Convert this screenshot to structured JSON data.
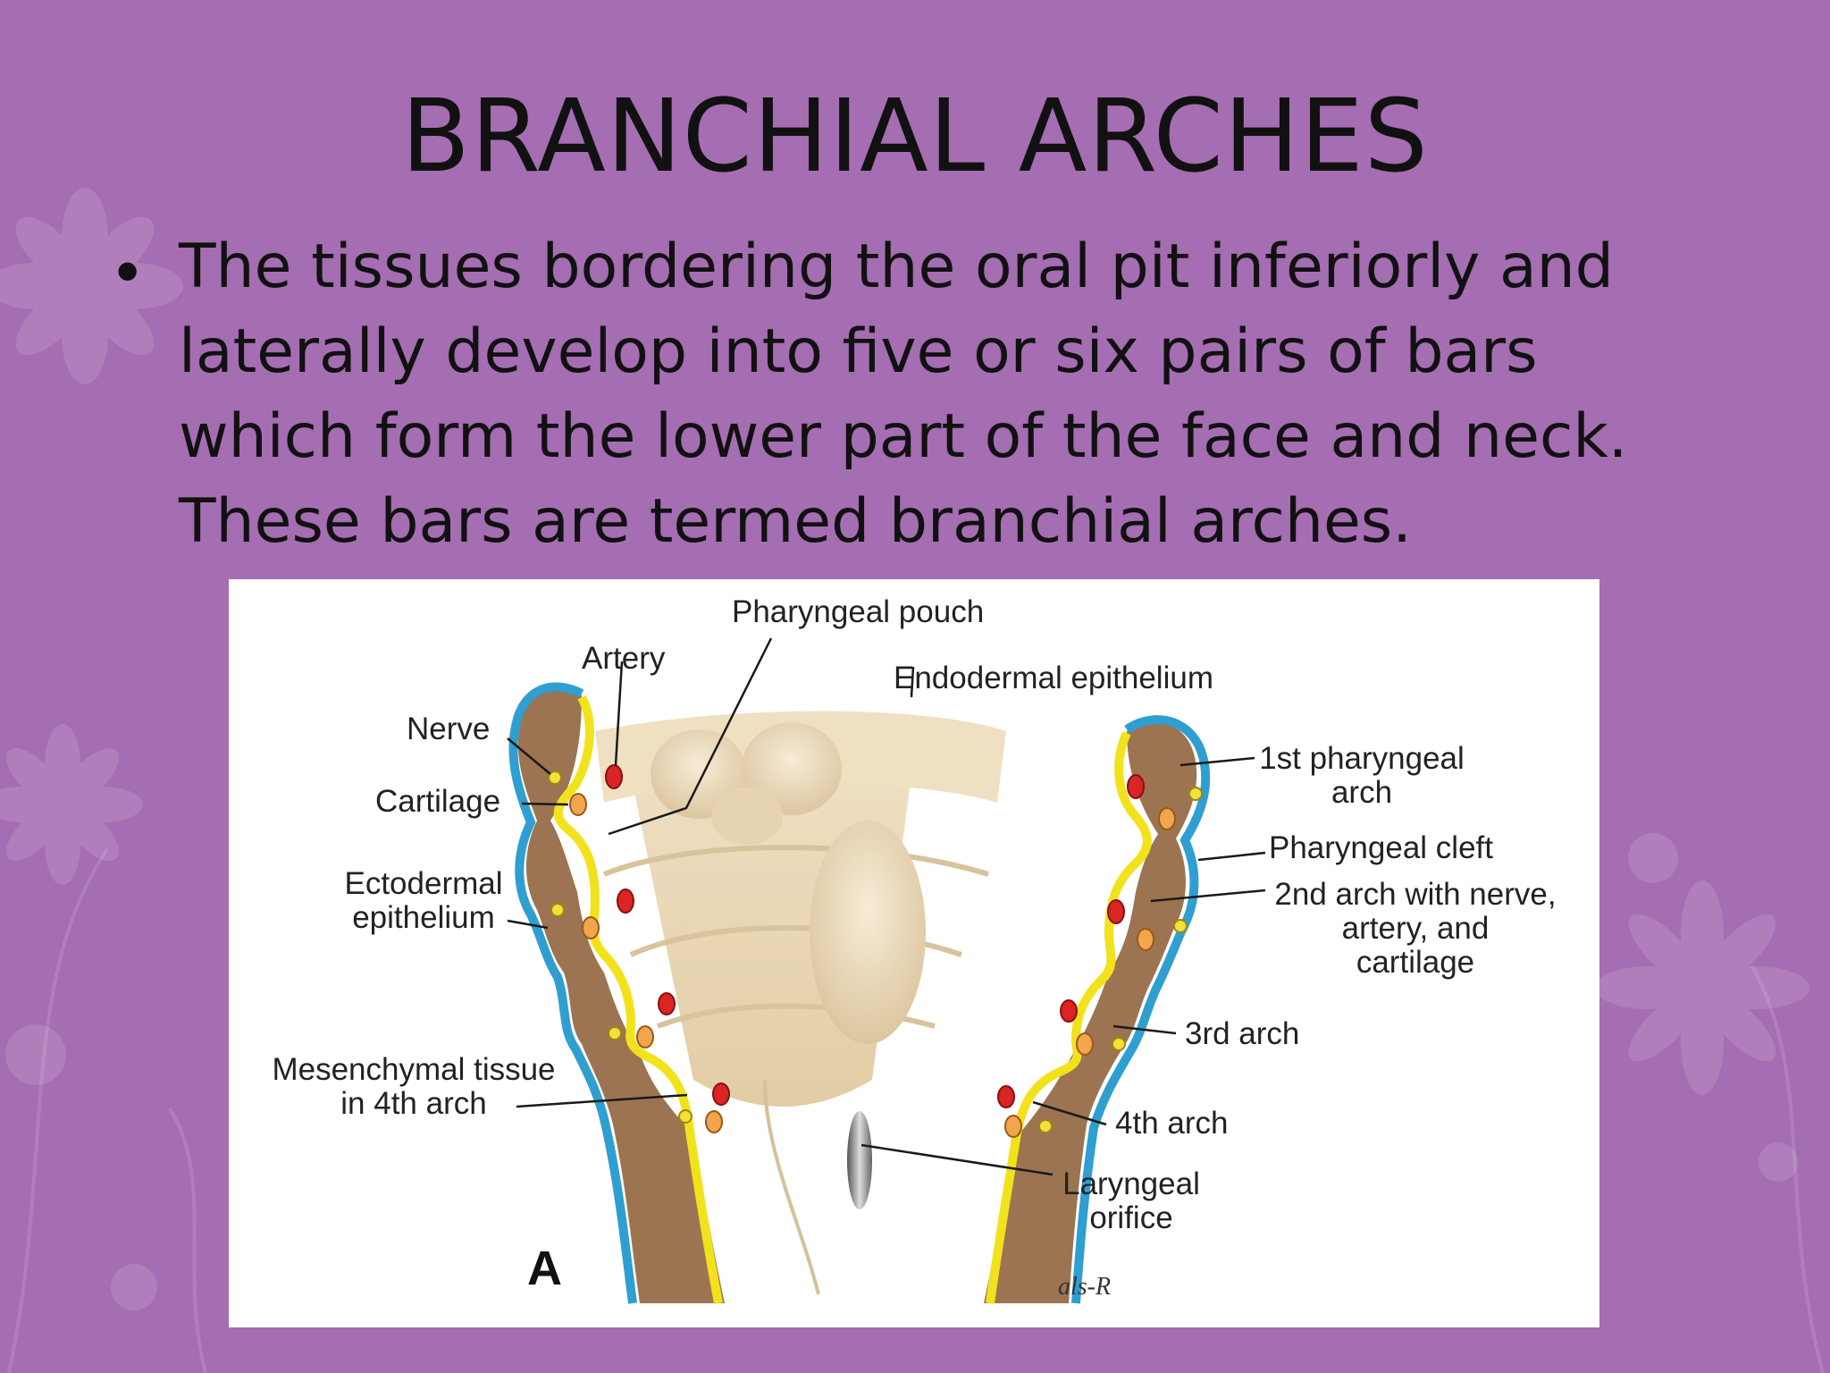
{
  "slide": {
    "title": "BRANCHIAL ARCHES",
    "bullet_symbol": "•",
    "body": "The tissues bordering the oral pit inferiorly and laterally develop into five or six pairs of bars which form the lower part of the face and neck. These bars are termed branchial arches."
  },
  "figure": {
    "panel_letter": "A",
    "signature": "als-R",
    "labels": {
      "pharyngeal_pouch": "Pharyngeal pouch",
      "artery": "Artery",
      "endodermal_epithelium": "Endodermal epithelium",
      "nerve": "Nerve",
      "cartilage": "Cartilage",
      "ectodermal_epithelium_line1": "Ectodermal",
      "ectodermal_epithelium_line2": "epithelium",
      "mesenchymal_line1": "Mesenchymal tissue",
      "mesenchymal_line2": "in 4th arch",
      "first_arch_line1": "1st pharyngeal",
      "first_arch_line2": "arch",
      "pharyngeal_cleft": "Pharyngeal cleft",
      "second_arch_line1": "2nd arch with nerve,",
      "second_arch_line2": "artery, and",
      "second_arch_line3": "cartilage",
      "third_arch": "3rd arch",
      "fourth_arch": "4th arch",
      "laryngeal_line1": "Laryngeal",
      "laryngeal_line2": "orifice"
    }
  },
  "colors": {
    "background": "#a56db2",
    "mesenchyme": "#9c7451",
    "ectoderm": "#2e9fd0",
    "endoderm": "#f2e21c",
    "floor": "#ead8b8",
    "artery": "#d92524",
    "nerve": "#f3e03b",
    "cartilage": "#f2a54c"
  }
}
